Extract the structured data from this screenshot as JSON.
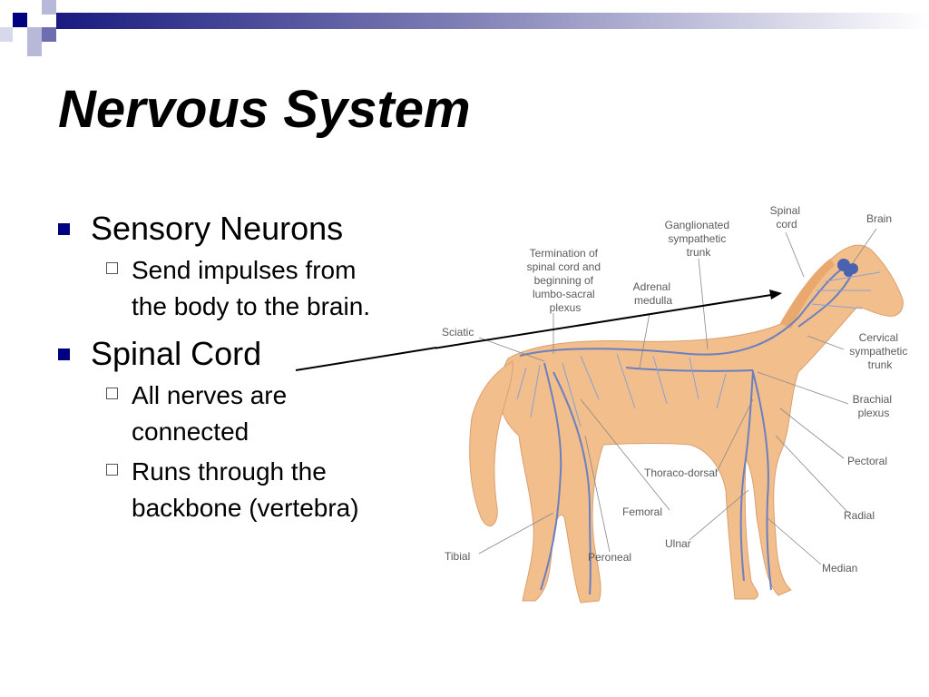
{
  "slide": {
    "title": "Nervous System",
    "bullets": [
      {
        "text": "Sensory Neurons",
        "sub": [
          "Send impulses from",
          "the body to the brain."
        ]
      },
      {
        "text": "Spinal Cord",
        "sub": [
          "All nerves are",
          "connected",
          "Runs through the",
          "backbone (vertebra)"
        ]
      }
    ]
  },
  "diagram": {
    "labels": {
      "spinal_cord": [
        "Spinal",
        "cord"
      ],
      "brain": "Brain",
      "ganglionated": [
        "Ganglionated",
        "sympathetic",
        "trunk"
      ],
      "termination": [
        "Termination of",
        "spinal cord and",
        "beginning of",
        "lumbo-sacral",
        "plexus"
      ],
      "adrenal": [
        "Adrenal",
        "medulla"
      ],
      "sciatic": "Sciatic",
      "cervical": [
        "Cervical",
        "sympathetic",
        "trunk"
      ],
      "brachial": [
        "Brachial",
        "plexus"
      ],
      "pectoral": "Pectoral",
      "thoraco": "Thoraco-dorsal",
      "radial": "Radial",
      "femoral": "Femoral",
      "ulnar": "Ulnar",
      "median": "Median",
      "tibial": "Tibial",
      "peroneal": "Peroneal"
    }
  },
  "colors": {
    "accent": "#000080",
    "body": "#F2BE8C",
    "nerve": "#6A80C0"
  }
}
